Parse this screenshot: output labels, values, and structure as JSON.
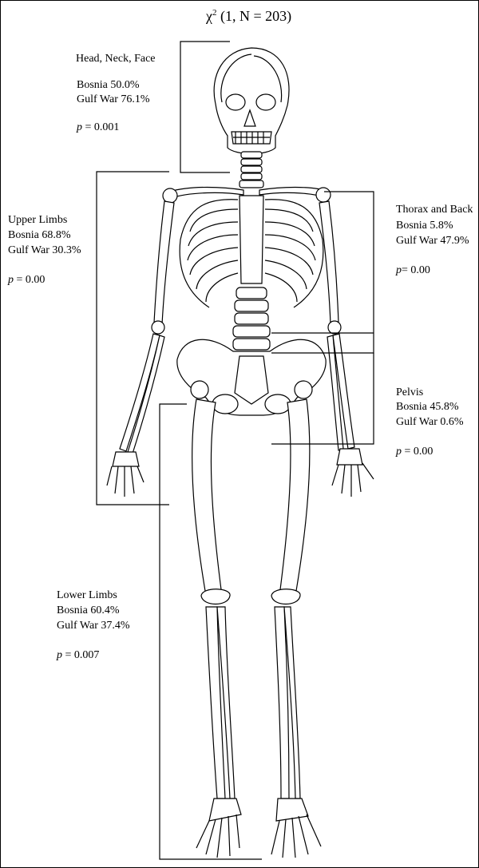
{
  "title": {
    "chi": "χ",
    "sup": "2",
    "rest": " (1, N = 203)"
  },
  "regions": {
    "head": {
      "name": "Head, Neck, Face",
      "bosnia": "Bosnia 50.0%",
      "gulf": "Gulf War 76.1%",
      "p_label": "p",
      "p_value": " = 0.001"
    },
    "upper": {
      "name": "Upper Limbs",
      "bosnia": "Bosnia 68.8%",
      "gulf": "Gulf War 30.3%",
      "p_label": "p",
      "p_value": " = 0.00"
    },
    "thorax": {
      "name": "Thorax and Back",
      "bosnia": "Bosnia 5.8%",
      "gulf": "Gulf War 47.9%",
      "p_label": "p",
      "p_value": "= 0.00"
    },
    "pelvis": {
      "name": "Pelvis",
      "bosnia": "Bosnia 45.8%",
      "gulf": "Gulf War 0.6%",
      "p_label": "p",
      "p_value": " = 0.00"
    },
    "lower": {
      "name": "Lower Limbs",
      "bosnia": "Bosnia 60.4%",
      "gulf": "Gulf War 37.4%",
      "p_label": "p",
      "p_value": " = 0.007"
    }
  }
}
